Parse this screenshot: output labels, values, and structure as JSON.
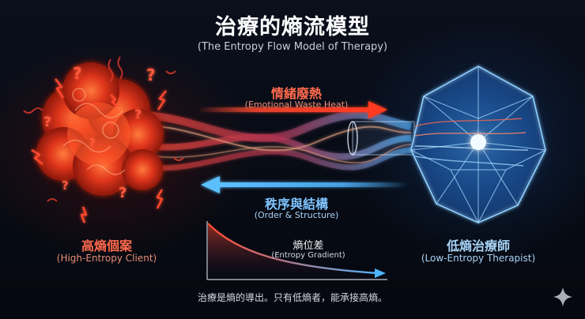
{
  "title": "治療的熵流模型",
  "subtitle": "(The Entropy Flow Model of Therapy)",
  "top_arrow": {
    "label_zh": "情緒廢熱",
    "label_en": "(Emotional Waste Heat)"
  },
  "bottom_arrow": {
    "label_zh": "秩序與結構",
    "label_en": "(Order & Structure)"
  },
  "left_entity": {
    "label_zh": "高熵個案",
    "label_en": "(High-Entropy Client)"
  },
  "right_entity": {
    "label_zh": "低熵治療師",
    "label_en": "(Low-Entropy Therapist)"
  },
  "gradient_chart": {
    "label_zh": "熵位差",
    "label_en": "(Entropy Gradient)"
  },
  "footer": "治療是熵的導出。只有低熵者，能承接高熵。",
  "colors": {
    "red": "#ff4a2e",
    "blue": "#4fb4ff",
    "background": "#070b14"
  },
  "icons": [
    "chaos-cloud-icon",
    "question-mark-icon",
    "lightning-icon",
    "crystal-icosahedron-icon",
    "sparkle-icon"
  ]
}
